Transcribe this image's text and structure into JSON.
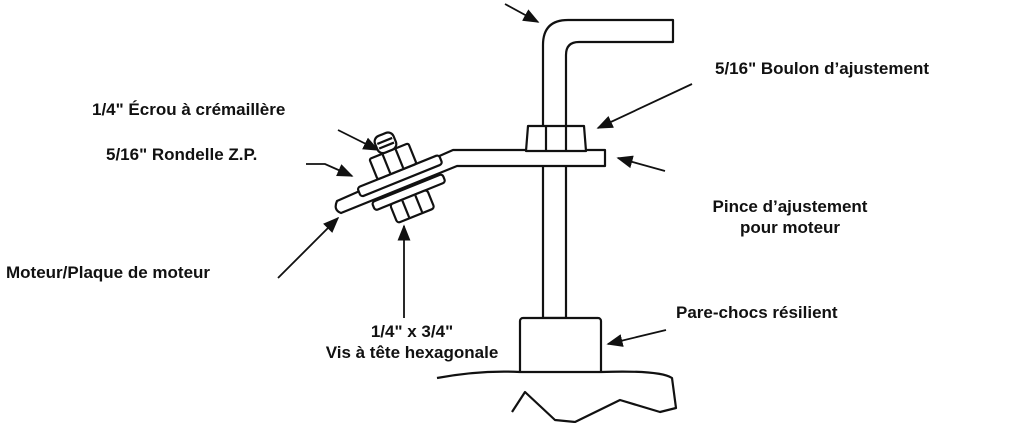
{
  "diagram": {
    "labels": {
      "adjust_bolt": "5/16\" Boulon d’ajustement",
      "rack_nut": "1/4\" Écrou à crémaillère",
      "washer": "5/16\" Rondelle Z.P.",
      "clamp_line1": "Pince d’ajustement",
      "clamp_line2": "pour moteur",
      "motor_plate": "Moteur/Plaque de moteur",
      "hex_screw_line1": "1/4\" x 3/4\"",
      "hex_screw_line2": "Vis à tête hexagonale",
      "bumper": "Pare-chocs résilient"
    }
  }
}
